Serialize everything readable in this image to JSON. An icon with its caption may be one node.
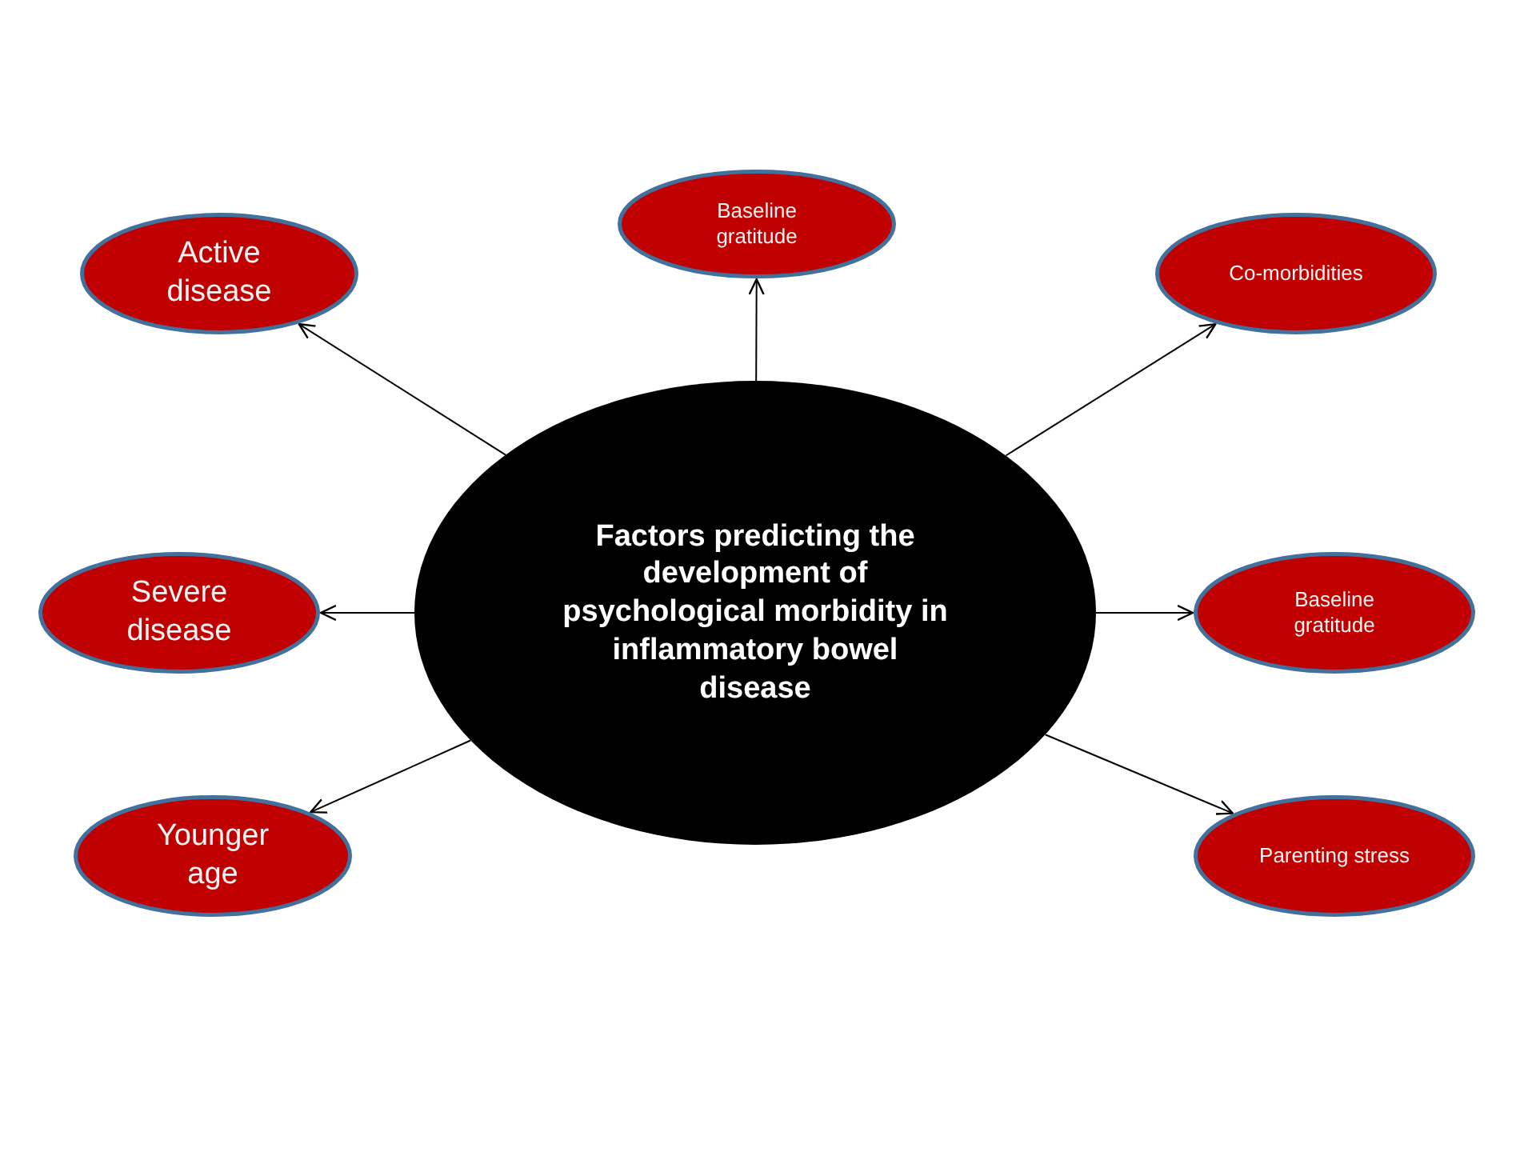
{
  "diagram": {
    "nodes": [
      {
        "text": [
          "Factors predicting the development of psychological morbidity in inflammatory bowel disease"
        ]
      },
      {
        "text": [
          "Baseline gratitude"
        ]
      },
      {
        "text": [
          "Active disease"
        ]
      },
      {
        "text": [
          "Co-morbidities"
        ]
      },
      {
        "text": [
          "Severe disease"
        ]
      },
      {
        "text": [
          "Baseline gratitude"
        ]
      },
      {
        "text": [
          "Younger age"
        ]
      },
      {
        "text": [
          "Parenting stress"
        ]
      }
    ],
    "edges": [
      {
        "from": 0,
        "to": 1,
        "arrow": "to"
      },
      {
        "from": 0,
        "to": 2,
        "arrow": "to"
      },
      {
        "from": 0,
        "to": 3,
        "arrow": "to"
      },
      {
        "from": 0,
        "to": 4,
        "arrow": "to"
      },
      {
        "from": 0,
        "to": 5,
        "arrow": "to"
      },
      {
        "from": 0,
        "to": 6,
        "arrow": "to"
      },
      {
        "from": 0,
        "to": 7,
        "arrow": "to"
      }
    ]
  }
}
